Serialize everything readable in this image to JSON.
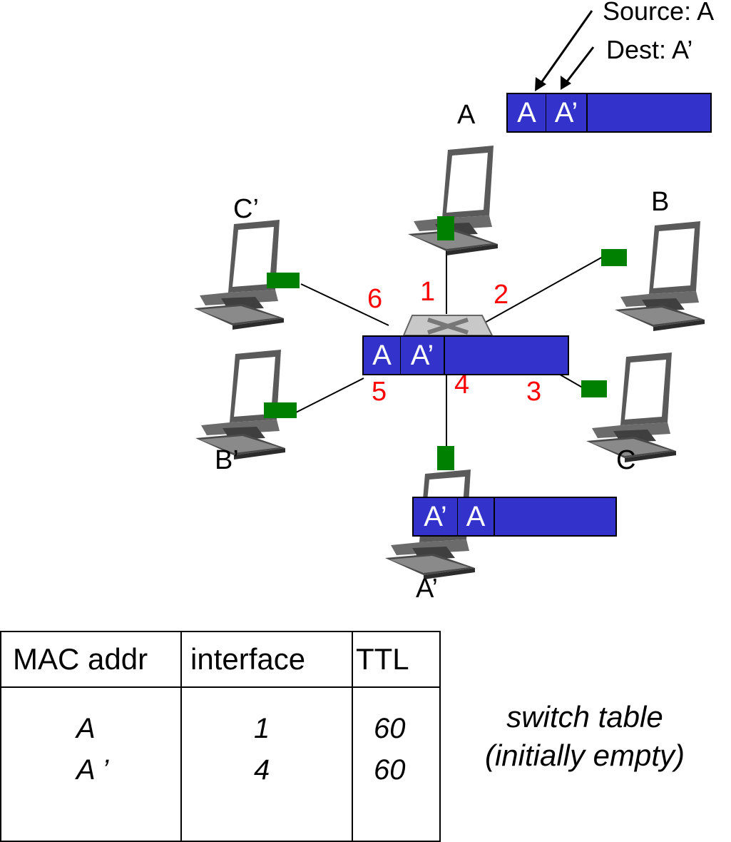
{
  "header_labels": {
    "source": "Source: A",
    "dest": "Dest: A’"
  },
  "hosts": {
    "A": "A",
    "B": "B",
    "C": "C",
    "A_prime": "A’",
    "B_prime": "B’",
    "C_prime": "C’"
  },
  "ports": [
    "1",
    "2",
    "3",
    "4",
    "5",
    "6"
  ],
  "frames": {
    "top": [
      "A",
      "A’"
    ],
    "switch": [
      "A",
      "A’"
    ],
    "bottom": [
      "A’",
      "A"
    ]
  },
  "switch_table": {
    "headers": [
      "MAC addr",
      "interface",
      "TTL"
    ],
    "mac": [
      "A",
      "A ’"
    ],
    "iface": [
      "1",
      "4"
    ],
    "ttl": [
      "60",
      "60"
    ]
  },
  "caption": {
    "line1": "switch table",
    "line2": "(initially empty)"
  },
  "colors": {
    "frame": "#3333cc",
    "nic": "#008000",
    "port_number": "#ff0000"
  },
  "icons": [
    "computer-icon",
    "switch-icon"
  ]
}
